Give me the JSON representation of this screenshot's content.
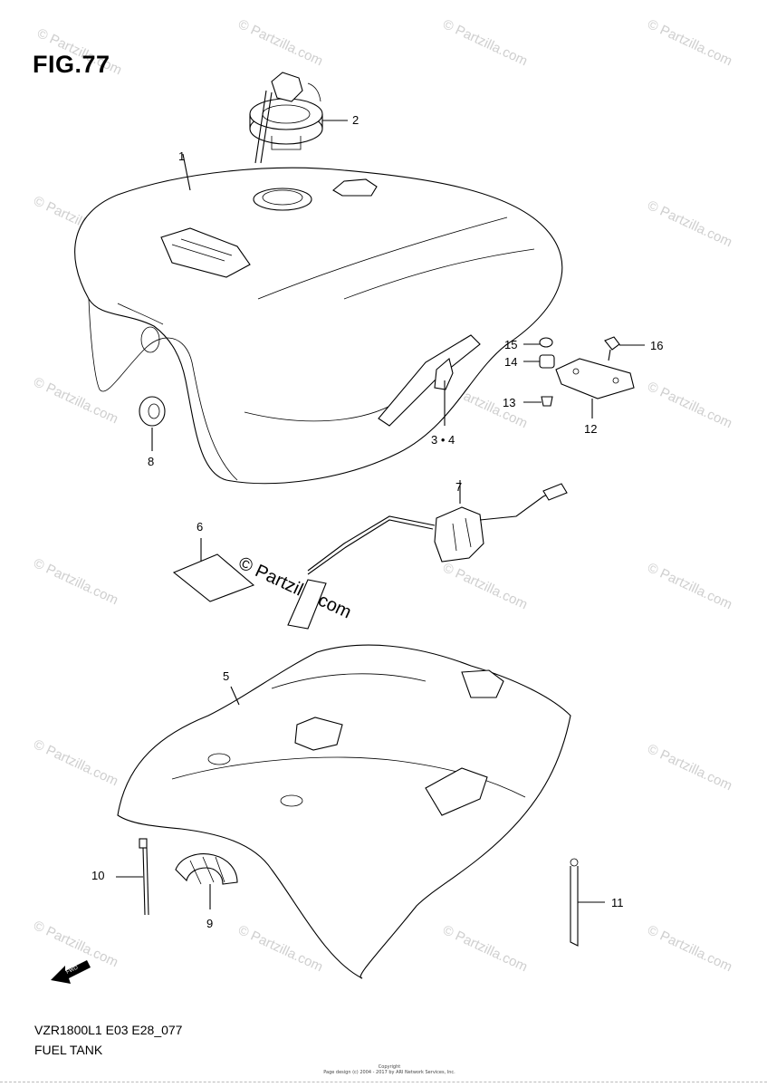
{
  "figure": {
    "title": "FIG.77",
    "model_code": "VZR1800L1  E03  E28_077",
    "caption": "FUEL TANK",
    "copyright_line1": "Copyright",
    "copyright_line2": "Page design (c) 2004 - 2017 by ARI Network Services, Inc."
  },
  "watermark": {
    "text": "© Partzilla.com",
    "center_text": "© Partzilla.com"
  },
  "callouts": [
    {
      "id": "1",
      "label": "1"
    },
    {
      "id": "2",
      "label": "2"
    },
    {
      "id": "3-4",
      "label": "3 • 4"
    },
    {
      "id": "5",
      "label": "5"
    },
    {
      "id": "6",
      "label": "6"
    },
    {
      "id": "7",
      "label": "7"
    },
    {
      "id": "8",
      "label": "8"
    },
    {
      "id": "9",
      "label": "9"
    },
    {
      "id": "10",
      "label": "10"
    },
    {
      "id": "11",
      "label": "11"
    },
    {
      "id": "12",
      "label": "12"
    },
    {
      "id": "13",
      "label": "13"
    },
    {
      "id": "14",
      "label": "14"
    },
    {
      "id": "15",
      "label": "15"
    },
    {
      "id": "16",
      "label": "16"
    }
  ],
  "icons": {
    "fwd": "FWD"
  }
}
